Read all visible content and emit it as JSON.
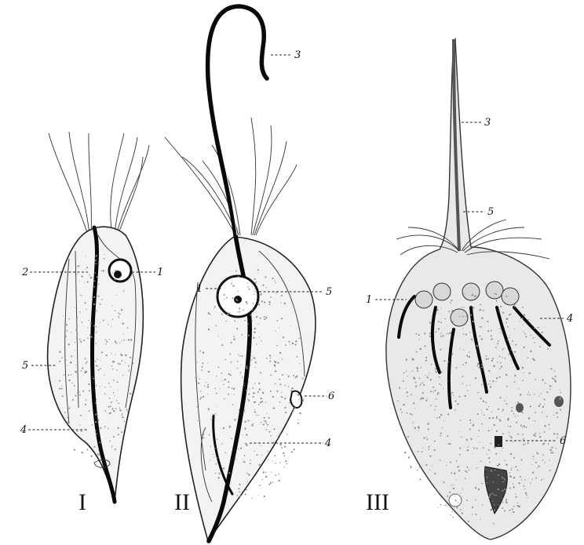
{
  "figures": [
    {
      "id": "I",
      "numeral": "I",
      "labels": [
        "1",
        "2",
        "4",
        "5"
      ]
    },
    {
      "id": "II",
      "numeral": "II",
      "labels": [
        "1",
        "3",
        "4",
        "5",
        "6"
      ]
    },
    {
      "id": "III",
      "numeral": "III",
      "labels": [
        "1",
        "3",
        "4",
        "5",
        "6"
      ]
    }
  ],
  "colors": {
    "ink": "#111111",
    "stipple": "#8a8a8a",
    "body_fill": "#f3f3f3"
  }
}
